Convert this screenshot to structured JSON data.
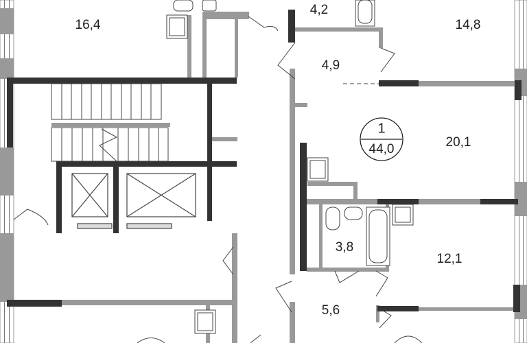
{
  "colors": {
    "wall_bearing": "#333333",
    "wall_partition": "#999999",
    "background": "#ffffff",
    "text": "#222222"
  },
  "rooms": [
    {
      "id": "room-16-4",
      "area": "16,4"
    },
    {
      "id": "room-4-2",
      "area": "4,2"
    },
    {
      "id": "room-14-8",
      "area": "14,8"
    },
    {
      "id": "room-4-9",
      "area": "4,9"
    },
    {
      "id": "room-20-1",
      "area": "20,1"
    },
    {
      "id": "room-3-8",
      "area": "3,8"
    },
    {
      "id": "room-12-1",
      "area": "12,1"
    },
    {
      "id": "room-5-6",
      "area": "5,6"
    }
  ],
  "apartment": {
    "number": "1",
    "total_area": "44,0"
  }
}
